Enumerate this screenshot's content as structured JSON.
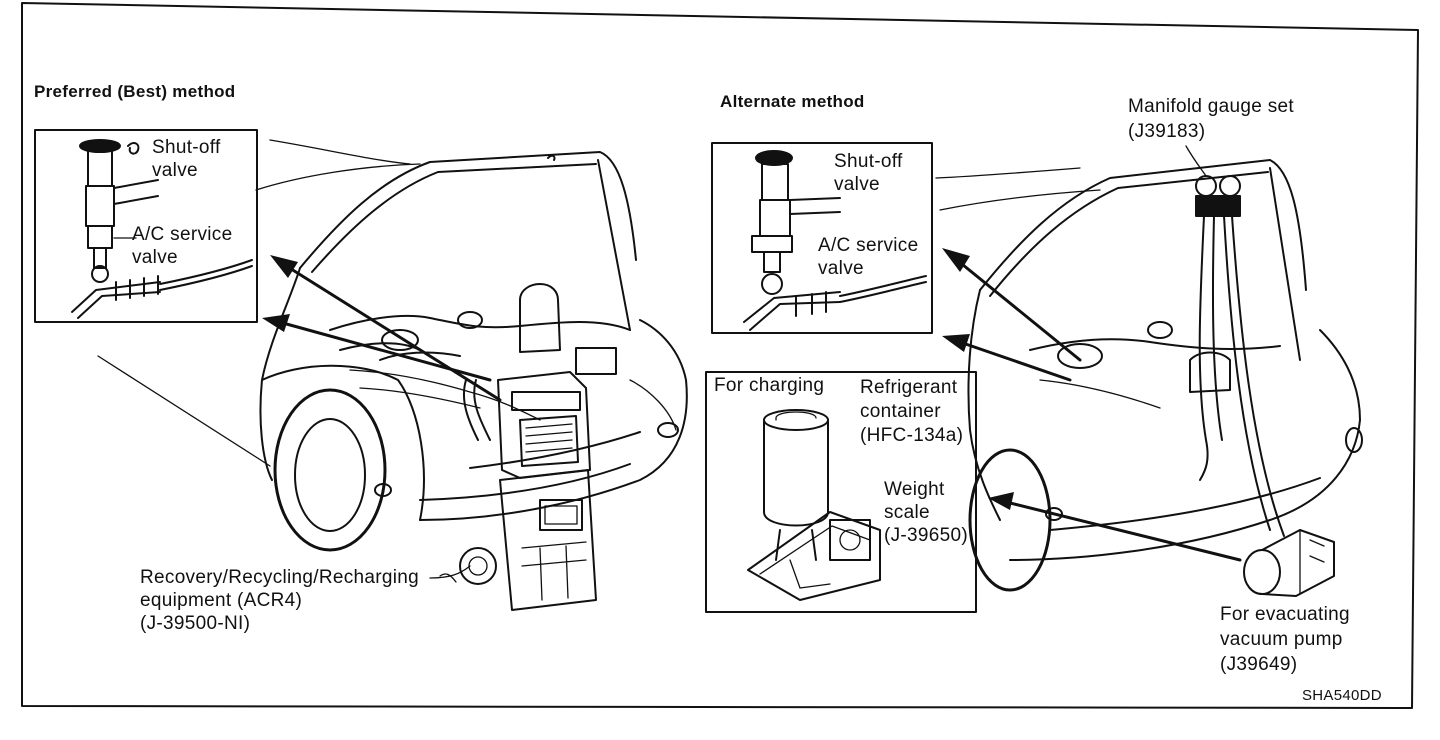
{
  "preferred": {
    "heading": "Preferred (Best) method",
    "inset_shutoff": "Shut-off\nvalve",
    "inset_service": "A/C service\nvalve",
    "equipment_label": "Recovery/Recycling/Recharging\nequipment (ACR4)\n(J-39500-NI)"
  },
  "alternate": {
    "heading": "Alternate method",
    "inset_shutoff": "Shut-off\nvalve",
    "inset_service": "A/C service\nvalve",
    "manifold_label": "Manifold gauge set\n(J39183)",
    "charging_title": "For charging",
    "refrigerant_label": "Refrigerant\ncontainer\n(HFC-134a)",
    "scale_label": "Weight\nscale\n(J-39650)",
    "pump_label": "For evacuating\nvacuum pump\n(J39649)"
  },
  "figure_code": "SHA540DD"
}
